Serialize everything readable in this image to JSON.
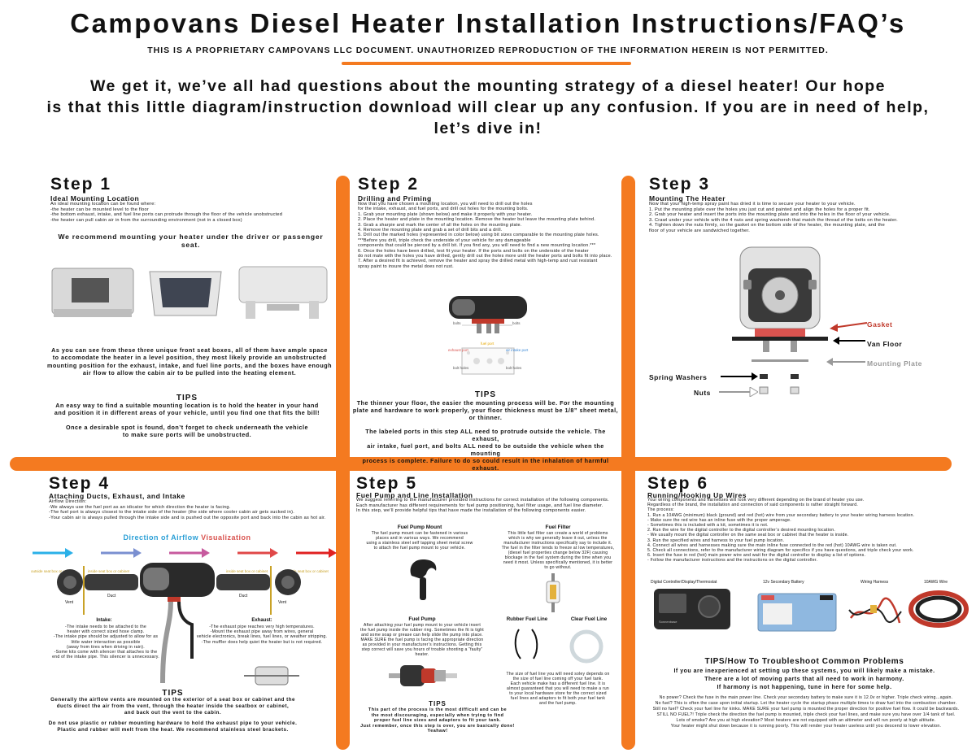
{
  "header": {
    "title": "Campovans Diesel Heater Installation Instructions/FAQ’s",
    "subtitle": "THIS IS A PROPRIETARY CAMPOVANS LLC DOCUMENT. UNAUTHORIZED REPRODUCTION OF THE INFORMATION HEREIN IS NOT PERMITTED.",
    "intro_1": "We get it, we’ve all had questions about the mounting strategy of a diesel heater!  Our hope",
    "intro_2": "is that this little diagram/instruction download will clear up any confusion.  If you are in need of help,",
    "intro_3": "let’s dive in!"
  },
  "step1": {
    "title": "Step 1",
    "heading": "Ideal Mounting Location",
    "body": "An ideal mounting location can be found where:\n-the heater can be mounted level to the floor\n-the bottom exhaust, intake, and fuel line ports can protrude through the floor of the vehicle unobstructed\n-the heater can pull cabin air in from the surrounding environment (not in a closed box)",
    "recommend": "We recommend mounting your heater under the driver or passenger seat.",
    "para": "As you can see from these three unique front seat boxes, all of them have ample space\nto accomodate the heater in a level position, they most likely provide an unobstructed\nmounting position for the exhaust, intake, and fuel line ports, and the boxes have enough\nair flow to allow the cabin air to be pulled into the heating element.",
    "tips_title": "TIPS",
    "tips_1": "An easy way to find a suitable mounting location is to hold the heater in your hand\nand position it in different areas of your vehicle, until you find one that fits the bill!",
    "tips_2": "Once a desirable spot is found, don’t forget to check underneath the vehicle\nto make sure ports will be unobstructed."
  },
  "step2": {
    "title": "Step 2",
    "heading": "Drilling and Priming",
    "body": "Now that you have chosen a mounting location, you will need to drill out the holes\nfor the intake, exhaust, and fuel ports, and drill out holes for the mounting bolts.\n1. Grab your mounting plate (shown below) and make it properly with your heater.\n2. Place the heater and plate in the mounting location. Remove the heater but leave the mounting plate behind.\n3. Grab a sharpie and mark the center of all the holes on the mounting plate.\n4. Remove the mounting plate and grab a set of drill bits and a drill.\n5. Drill out the marked holes (represented in color below) using bit sizes comparable to the mounting plate holes.\n***Before you drill, triple check the underside of your vehicle for any damageable\ncomponents that could be pierced by a drill bit.  If you find any, you will need to find a new mounting location.***\n6. Once the holes have been drilled, test fit your heater.  If the ports and bolts on the underside of the heater\ndo not mate with the holes you have drilled, gently drill out the holes more until the heater ports and bolts fit into place.\n7. After a desired fit is achieved, remove the heater and spray the drilled metal with high-temp and rust resistant\nspray paint to insure the metal does not rust.",
    "lbl_bolts": "bolts",
    "lbl_exhaust": "exhaust port",
    "lbl_fuel": "fuel port",
    "lbl_air": "air intake port",
    "lbl_bolt_holes": "bolt holes",
    "tips_title": "TIPS",
    "tips_1": "The thinner your floor, the easier the mounting process will be.  For the mounting\nplate and hardware to work properly, your floor thickness must be 1/8” sheet metal,\nor thinner.",
    "tips_2": "The labeled ports in this step ALL need to protrude outside the vehicle.  The exhaust,\nair intake, fuel port, and bolts ALL need to be outside the vehicle when the mounting\nprocess is complete.  Failure to do so could result in the inhalation of harmful exhaust."
  },
  "step3": {
    "title": "Step 3",
    "heading": "Mounting The Heater",
    "body": "Now that your high-temp spray paint has dried it is time to secure your heater to your vehicle.\n1. Put the mounting plate over the holes you just cut and painted and align the holes for a proper fit.\n2. Grab your heater and insert the ports into the mounting plate and into the holes in the floor of your vehicle.\n3. Crawl under your vehicle with the 4 nuts and spring washersh that match the thread of the bolts on the heater.\n4. Tighten down the nuts firmly, so the gasket on the bottom side of the heater, the mounting plate, and the\nfloor of your vehicle are sandwiched together.",
    "lbl_gasket": "Gasket",
    "lbl_van_floor": "Van Floor",
    "lbl_mounting_plate": "Mounting Plate",
    "lbl_spring": "Spring Washers",
    "lbl_nuts": "Nuts"
  },
  "step4": {
    "title": "Step 4",
    "heading": "Attaching Ducts, Exhaust, and Intake",
    "body": "Airflow Direction:\n-We always use the fuel port as an idicator for which direction the heater is facing.\n-The fuel port is always closest to the intake side of the heater (the side where cooler cabin air gets sucked in).\n-Your cabin air is always pulled through the intake side and is pushed out the opposite port  and back into the cabin as hot air.",
    "airflow_a": "Direction of Airflow ",
    "airflow_b": "Visualization",
    "lbl_outside_left": "outside seat box or cabinet",
    "lbl_inside_left": "inside seat box or cabinet",
    "lbl_inside_right": "inside seat box or cabinet",
    "lbl_outside_right": "outside seat box or cabinet",
    "lbl_vent": "Vent",
    "lbl_duct": "Duct",
    "intake_title": "Intake:",
    "intake_body": "-The intake needs to be attached to the\nheater with correct sized hose clamp.\n-The intake pipe should be adjusted to allow for as\nlittle water interaction as possible\n(away from tires when driving in rain).\n-Some kits come with silencer that attaches to the\nend of the intake pipe.  This silencer is unnecessary.",
    "exhaust_title": "Exhaust:",
    "exhaust_body": "-The exhaust pipe reaches very high temperatures.\n-Mount the exhaust pipe away from wires, general\nvehicle electronics, break lines, fuel lines, or weather stripping.\n-The muffler does help quiet the heater but is not required.",
    "tips_title": "TIPS",
    "tips_1": "Generally the airflow vents are mounted on the exterior of a seat box or cabinet and the\nducts direct the air from the vent, through the heater inside the seatbox or cabinet,\nand back out the vent to the cabin.",
    "tips_2": "Do not use plastic or rubber mounting hardware to hold the exhaust pipe to your vehicle.\nPlastic and rubber will melt from the heat.  We recommend stainless steel brackets."
  },
  "step5": {
    "title": "Step 5",
    "heading": "Fuel Pump and Line Installation",
    "body": "We suggest referring to the manufacturer provided instructions for correct installation of the following components.\nEach manufacturer has different requirements for fuel pump positioning, fuel filter usage, and fuel line diameter.\nIn this step, we’ll provide helpful tips that have made the installation of the following components easier.",
    "mount_title": "Fuel Pump Mount",
    "mount_body": "The fuel pump mount can be fastened in various\nplaces and in various ways.  We recommend\nusing a stainless steel self tapping sheet metal screw\nto attach the fuel pump mount to your vehicle.",
    "filter_title": "Fuel Filter",
    "filter_body": "This little fuel filter can create a world of problems\nwhich is why we generally leave it out, unless the\nmanufacturer instructions specifically say to include it.\nThe fuel in the filter tends to freeze at low temperatures,\n(diesel fuel properties change below 32F) causing\nblockage in the fuel system during the time when you\nneed it most.  Unless specifically mentioned, it is better\nto go without.",
    "pump_title": "Fuel Pump",
    "pump_body": "After attaching your fuel pump mount to your vehicle insert\nthe fuel pump inside the rubber ring.  Sometimes the fit is tight\nand some soap or grease can help slide the pump into place.\nMAKE SURE the fuel pump is facing the appropriate direction\nas provided in your manufacturer’s instructions.  Getting this\nstep correct will save you hours of trouble shooting a “faulty”\nheater.",
    "rubber_line": "Rubber Fuel Line",
    "clear_line": "Clear Fuel Line",
    "line_body": "The size of fuel line you will need soley depends on\nthe size of fuel line coming off your fuel tank.\nEach vehicle make has a different fuel line.  It is\nalmost guaranteed that you will need to make a run\nto your local hardware store for the correct sized\nfuel lines and adaptors to fit both your fuel tank\nand the fuel pump.",
    "tips_title": "TIPS",
    "tips_1": "This part of the process is the most difficult and can be\nthe most discouraging, especially when trying to find\nproper fuel line sizes and adaptors to fit your tank.\nJust remember, once this step is over, you are basically done!\nYeahaw!"
  },
  "step6": {
    "title": "Step 6",
    "heading": "Running/Hooking Up Wires",
    "body": "Your wiring components and harnesses will look very different depending on the brand of heater you use.\nRegardless of the brand, the installation and connection of said components is rather straight forward.\nThe process:\n1. Run a 10AWG (minimum) black (ground) and red (hot) wire from your secondary battery to your heater wiring harness location.\n- Make sure the red wire has an inline fuse with the proper amperage.\n- Sometimes this is included with a kit, sometimes it is not.\n2. Run the wire for the digital controller to the digital controller’s desired mounting location.\n- We usually mount the digital controller on the same seat box or cabinet that the heater is inside.\n3. Run the specified wires and harness to your fuel pump location.\n4. Connect all wires and harnesses making sure the main inline fuse connected to the red (hot) 10AWG wire is taken out.\n5. Check all connections, refer to the manufacturer wiring diagram for specifics if you have questions, and triple check your work.\n6. Insert the fuse in red (hot) main power wire and wait for the digital controller to display a list of options.\n- Follow the manufacturer instructions and the instructions on the digital controller.",
    "lbl_controller": "Digital Controller/Display/Thermostat",
    "lbl_battery": "12v Secondary Battery",
    "lbl_harness": "Wiring Harness",
    "lbl_wire": "10AWG Wire",
    "controller_brand": "Sonnenbase",
    "trouble_title": "TIPS/How To Troubleshoot Common Problems",
    "trouble_1": "If you are inexperienced at setting up these systems, you will likely make a mistake.",
    "trouble_2": "There are a lot of moving parts that all need to work in harmony.",
    "trouble_3": "If harmony is not happening, tune in here for some help.",
    "trouble_body": "No power?  Check the fuse in the main power line.  Check your secondary battery to make sure it is 12.0v or higher.  Triple check wiring...again.\nNo fuel?  This is often the case upon initial startup.  Let the heater cycle the startup phase multiple times to draw fuel into the combustion chamber.\nStill no fuel?  Check your fuel line for kinks.  MAKE SURE your fuel pump is mounted the proper direction for positive fuel flow.  It could be backwards.\nSTILL NO FUEL?!  Triple check the direction the fuel pump is mounted, triple check your fuel lines, and make sure you have over 1/4 tank of fuel.\nLots of smoke?  Are you at high elevation?  Most heaters are not equipped with an altimeter and will run poorly at high altitude.\nYour heater might shut down because it is running poorly.  This will render your heater useless until you descend to lower elevation."
  }
}
